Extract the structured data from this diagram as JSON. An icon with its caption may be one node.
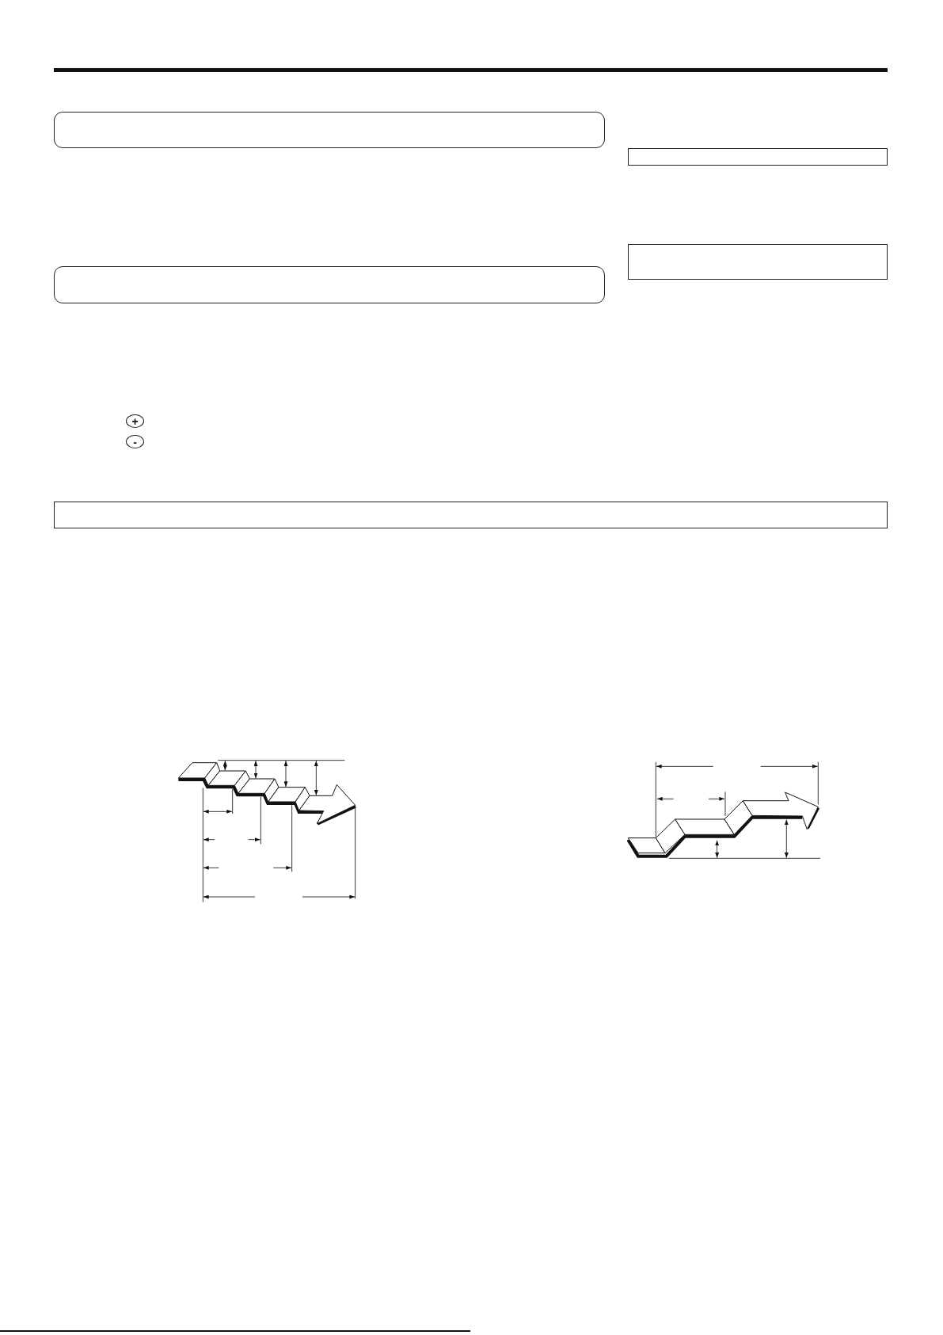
{
  "diagram": {
    "nodes": [
      {
        "text": [],
        "shape": "box"
      },
      {
        "text": [],
        "shape": "box"
      },
      {
        "text": [],
        "shape": "box"
      },
      {
        "text": [],
        "shape": "box"
      },
      {
        "text": [
          "+"
        ]
      },
      {
        "text": [
          "-"
        ]
      },
      {
        "text": [],
        "shape": "box"
      }
    ]
  }
}
